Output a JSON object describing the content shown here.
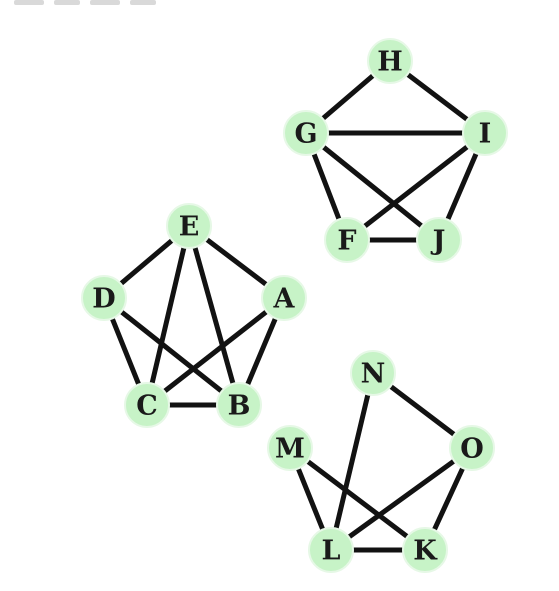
{
  "colors": {
    "node_fill": "#c7f3c7",
    "edge": "#121212",
    "label": "#1a1a1a"
  },
  "graphs": [
    {
      "nodes": [
        "E",
        "D",
        "A",
        "C",
        "B"
      ],
      "edges": [
        [
          "E",
          "D"
        ],
        [
          "E",
          "A"
        ],
        [
          "D",
          "C"
        ],
        [
          "A",
          "B"
        ],
        [
          "C",
          "B"
        ],
        [
          "E",
          "C"
        ],
        [
          "E",
          "B"
        ],
        [
          "D",
          "B"
        ],
        [
          "C",
          "A"
        ]
      ]
    },
    {
      "nodes": [
        "H",
        "G",
        "I",
        "F",
        "J"
      ],
      "edges": [
        [
          "H",
          "G"
        ],
        [
          "H",
          "I"
        ],
        [
          "G",
          "I"
        ],
        [
          "G",
          "F"
        ],
        [
          "F",
          "J"
        ],
        [
          "I",
          "J"
        ],
        [
          "G",
          "J"
        ],
        [
          "I",
          "F"
        ]
      ]
    },
    {
      "nodes": [
        "N",
        "M",
        "O",
        "L",
        "K"
      ],
      "edges": [
        [
          "N",
          "O"
        ],
        [
          "M",
          "L"
        ],
        [
          "L",
          "K"
        ],
        [
          "O",
          "K"
        ],
        [
          "N",
          "L"
        ],
        [
          "M",
          "K"
        ],
        [
          "O",
          "L"
        ]
      ]
    }
  ]
}
